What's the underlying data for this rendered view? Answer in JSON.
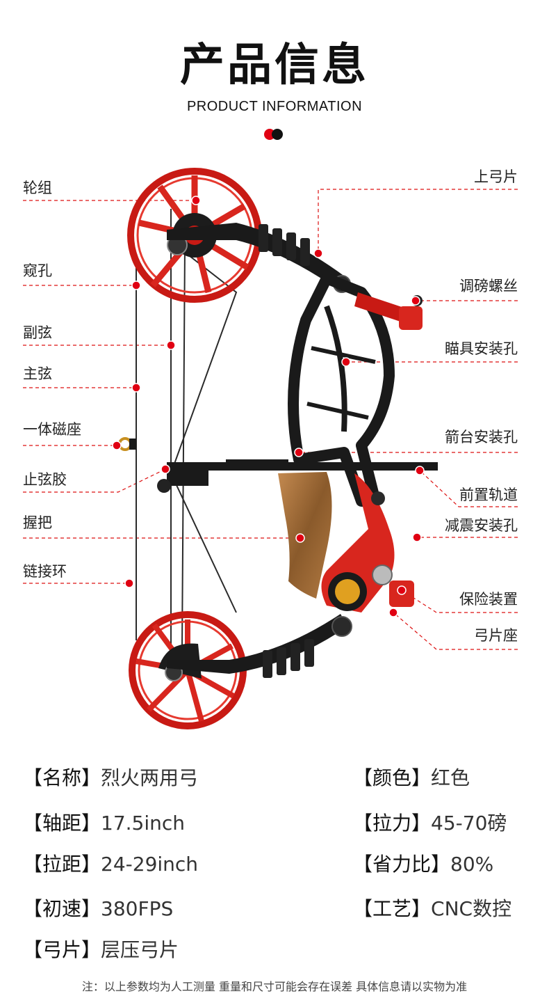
{
  "header": {
    "title": "产品信息",
    "subtitle": "PRODUCT INFORMATION"
  },
  "colors": {
    "accent_red": "#e00012",
    "bow_red": "#d8261e",
    "bow_black": "#1a1a1a",
    "grip_wood": "#9a6a3a"
  },
  "labels_left": [
    "轮组",
    "窥孔",
    "副弦",
    "主弦",
    "一体磁座",
    "止弦胶",
    "握把",
    "链接环"
  ],
  "labels_right": [
    "上弓片",
    "调磅螺丝",
    "瞄具安装孔",
    "箭台安装孔",
    "前置轨道",
    "减震安装孔",
    "保险装置",
    "弓片座"
  ],
  "specs": [
    {
      "key": "【名称】",
      "value": "烈火两用弓"
    },
    {
      "key": "【颜色】",
      "value": "红色"
    },
    {
      "key": "【轴距】",
      "value": "17.5inch"
    },
    {
      "key": "【拉力】",
      "value": "45-70磅"
    },
    {
      "key": "【拉距】",
      "value": "24-29inch"
    },
    {
      "key": "【省力比】",
      "value": "80%"
    },
    {
      "key": "【初速】",
      "value": "380FPS"
    },
    {
      "key": "【工艺】",
      "value": "CNC数控"
    },
    {
      "key": "【弓片】",
      "value": "层压弓片"
    }
  ],
  "note": "注：以上参数均为人工测量 重量和尺寸可能会存在误差 具体信息请以实物为准"
}
